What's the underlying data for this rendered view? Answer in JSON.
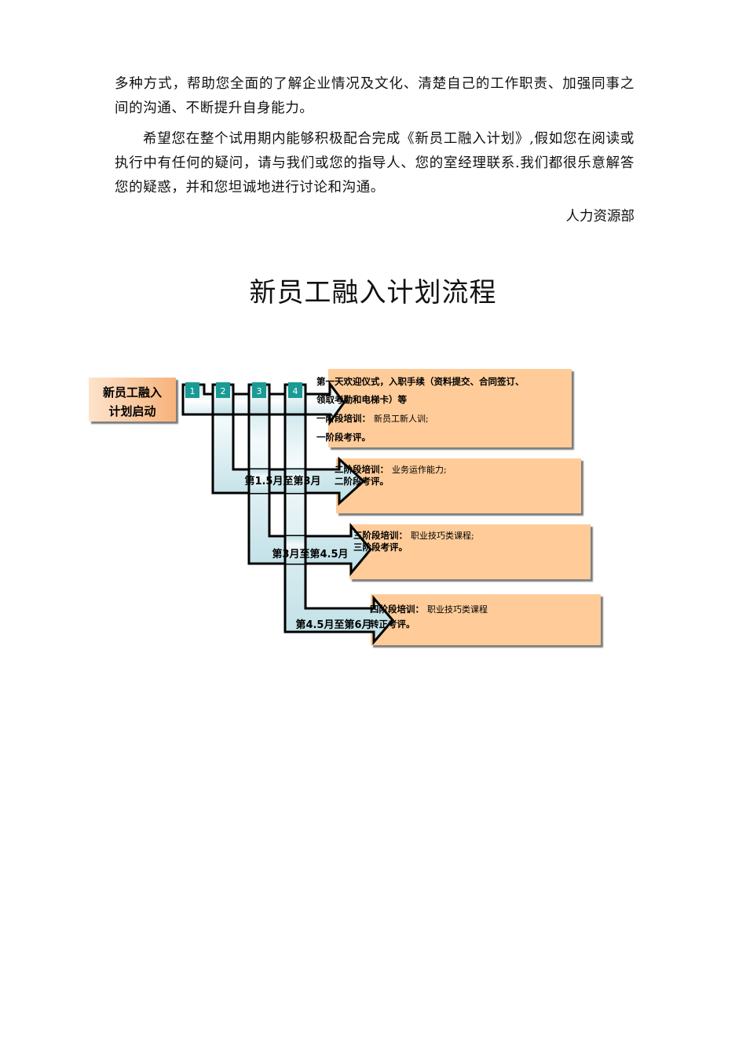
{
  "document": {
    "paragraph_1": "多种方式，帮助您全面的了解企业情况及文化、清楚自己的工作职责、加强同事之间的沟通、不断提升自身能力。",
    "paragraph_2": "希望您在整个试用期内能够积极配合完成《新员工融入计划》,假如您在阅读或执行中有任何的疑问，请与我们或您的指导人、您的室经理联系.我们都很乐意解答您的疑惑，并和您坦诚地进行讨论和沟通。",
    "signature": "人力资源部",
    "section_title": "新员工融入计划流程"
  },
  "diagram": {
    "start_box": {
      "line1": "新员工融入",
      "line2": "计划启动"
    },
    "colors": {
      "box_orange": "#FFCC99",
      "teal_tab": "#1A9A94",
      "arrow_fill": "#D9EEF0",
      "stroke": "#000000"
    },
    "tabs": [
      "1",
      "2",
      "3",
      "4"
    ],
    "arrows": [
      {
        "label": ""
      },
      {
        "label": "第1.5月至第3月"
      },
      {
        "label": "第3月至第4.5月"
      },
      {
        "label": "第4.5月至第6月"
      }
    ],
    "stages": [
      {
        "line1": "第一天欢迎仪式，入职手续（资料提交、合同签订、",
        "line2": "领取考勤和电梯卡）等",
        "training_label": "一阶段培训：",
        "training_value": "新员工新人训;",
        "evaluation": "一阶段考评。"
      },
      {
        "training_label": "二阶段培训：",
        "training_value": "业务运作能力;",
        "evaluation": "二阶段考评。"
      },
      {
        "training_label": "三阶段培训：",
        "training_value": "职业技巧类课程;",
        "evaluation": "三阶段考评。"
      },
      {
        "training_label": "四阶段培训：",
        "training_value": "职业技巧类课程",
        "evaluation": "转正考评。"
      }
    ]
  }
}
